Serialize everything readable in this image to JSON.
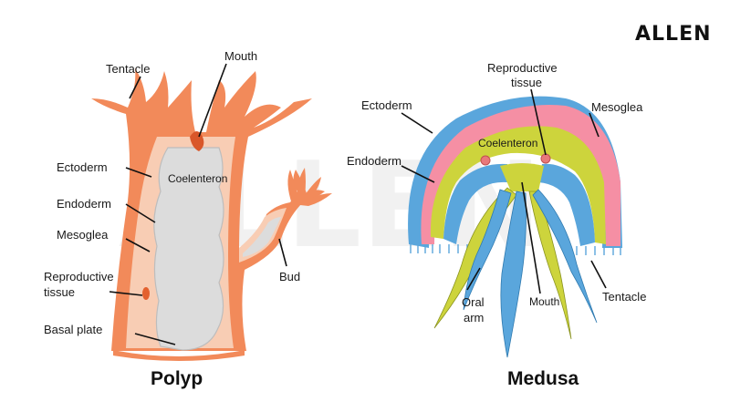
{
  "brand": {
    "logo": "ALLEN",
    "watermark": "ALLEN"
  },
  "polyp": {
    "caption": "Polyp",
    "labels": {
      "tentacle": "Tentacle",
      "mouth": "Mouth",
      "ectoderm": "Ectoderm",
      "coelenteron": "Coelenteron",
      "endoderm": "Endoderm",
      "mesoglea": "Mesoglea",
      "reproductive_tissue_line1": "Reproductive",
      "reproductive_tissue_line2": "tissue",
      "basal_plate": "Basal plate",
      "bud": "Bud"
    }
  },
  "medusa": {
    "caption": "Medusa",
    "labels": {
      "reproductive_tissue_line1": "Reproductive",
      "reproductive_tissue_line2": "tissue",
      "ectoderm": "Ectoderm",
      "mesoglea": "Mesoglea",
      "coelenteron": "Coelenteron",
      "endoderm": "Endoderm",
      "oral_arm_line1": "Oral",
      "oral_arm_line2": "arm",
      "mouth": "Mouth",
      "tentacle": "Tentacle"
    }
  },
  "colors": {
    "ectoderm_orange": "#f28a5a",
    "mesoglea_peach": "#f8cdb4",
    "coelenteron_grey": "#dcdcdc",
    "medusa_pink": "#f58fa4",
    "medusa_blue": "#5aa6dc",
    "medusa_yellow": "#cdd43c"
  }
}
